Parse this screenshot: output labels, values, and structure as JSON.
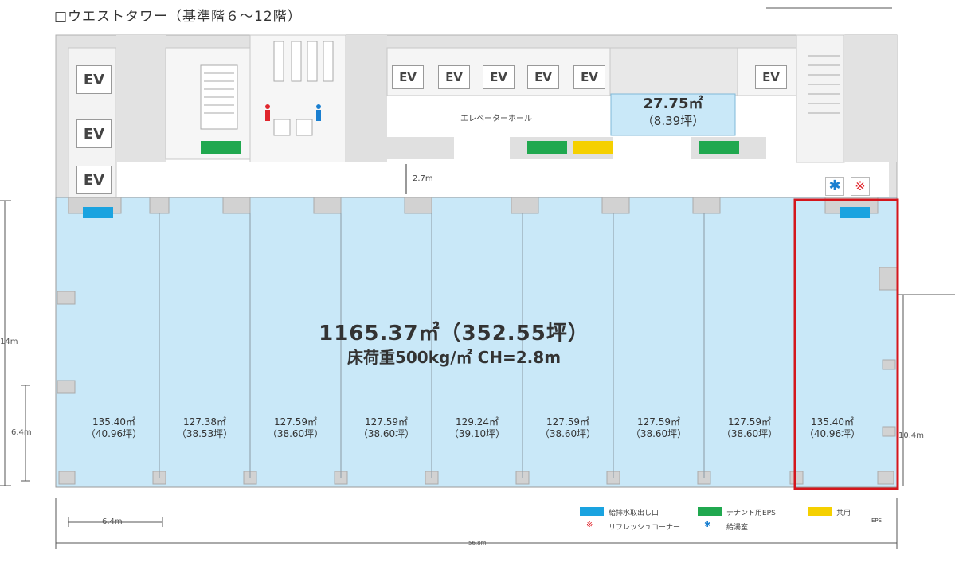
{
  "title": "□ウエストタワー（基準階６～12階）",
  "core": {
    "elevator_hall": "エレベーターホール",
    "corridor_width": "2.7m",
    "lounge_area": "27.75㎡",
    "lounge_tsubo": "（8.39坪）",
    "ev_label": "EV"
  },
  "office": {
    "area": "1165.37㎡（352.55坪）",
    "spec": "床荷重500kg/㎡ CH=2.8m"
  },
  "units": [
    {
      "area": "135.40㎡",
      "tsubo": "（40.96坪）"
    },
    {
      "area": "127.38㎡",
      "tsubo": "（38.53坪）"
    },
    {
      "area": "127.59㎡",
      "tsubo": "（38.60坪）"
    },
    {
      "area": "127.59㎡",
      "tsubo": "（38.60坪）"
    },
    {
      "area": "129.24㎡",
      "tsubo": "（39.10坪）"
    },
    {
      "area": "127.59㎡",
      "tsubo": "（38.60坪）"
    },
    {
      "area": "127.59㎡",
      "tsubo": "（38.60坪）"
    },
    {
      "area": "127.59㎡",
      "tsubo": "（38.60坪）"
    },
    {
      "area": "135.40㎡",
      "tsubo": "（40.96坪）"
    }
  ],
  "dimensions": {
    "left_depth": "14m",
    "left_lower": "6.4m",
    "bottom_span": "6.4m",
    "right_depth": "10.4m",
    "total_width": "56.8m"
  },
  "legend": {
    "water": "給排水取出し口",
    "eps": "テナント用EPS",
    "shared": "共用",
    "refresh": "リフレッシュコーナー",
    "hot_water": "給湯室",
    "eps_small": "EPS"
  },
  "colors": {
    "office_fill": "#c9e8f8",
    "water": "#1aa3e0",
    "eps": "#20a84f",
    "shared": "#f5d000",
    "highlight": "#d4161c",
    "wall": "#dcdcdc"
  },
  "symbols": {
    "hot_water_mark": "✱",
    "refresh_mark": "※"
  }
}
